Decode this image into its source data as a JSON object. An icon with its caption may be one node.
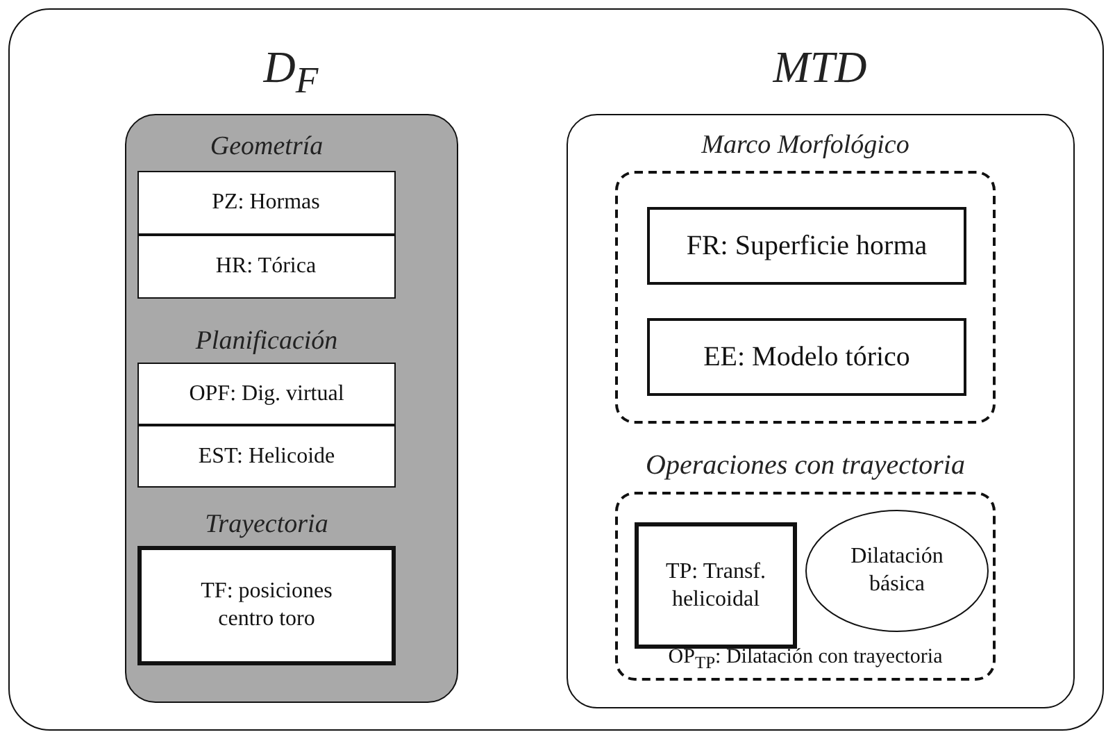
{
  "diagram": {
    "nodes": [
      {
        "text": [],
        "shape": "box"
      },
      {
        "text": [
          "D$_{F}$"
        ],
        "in": 0
      },
      {
        "text": [
          "Geometría"
        ],
        "in": 1
      },
      {
        "text": [
          "PZ: Hormas"
        ],
        "in": 2
      },
      {
        "text": [
          "HR: Tórica"
        ],
        "in": 2
      },
      {
        "text": [
          "Planificación"
        ],
        "in": 1
      },
      {
        "text": [
          "OPF: Dig. virtual"
        ],
        "in": 5
      },
      {
        "text": [
          "EST: Helicoide"
        ],
        "in": 5
      },
      {
        "text": [
          "Trayectoria",
          "TF: posiciones centro toro"
        ],
        "in": 1
      },
      {
        "text": [
          "MTD"
        ],
        "in": 0
      },
      {
        "text": [
          "Marco Morfológico"
        ],
        "in": 9
      },
      {
        "text": [
          "FR: Superficie horma"
        ],
        "in": 10
      },
      {
        "text": [
          "EE: Modelo tórico"
        ],
        "in": 10
      },
      {
        "text": [
          "Operaciones con trayectoria",
          "OP$_{TP}$: Dilatación con trayectoria"
        ],
        "in": 9
      },
      {
        "text": [
          "TP: Transf. helicoidal"
        ],
        "in": 13
      },
      {
        "text": [
          "Dilatación básica"
        ],
        "in": 13
      }
    ]
  }
}
